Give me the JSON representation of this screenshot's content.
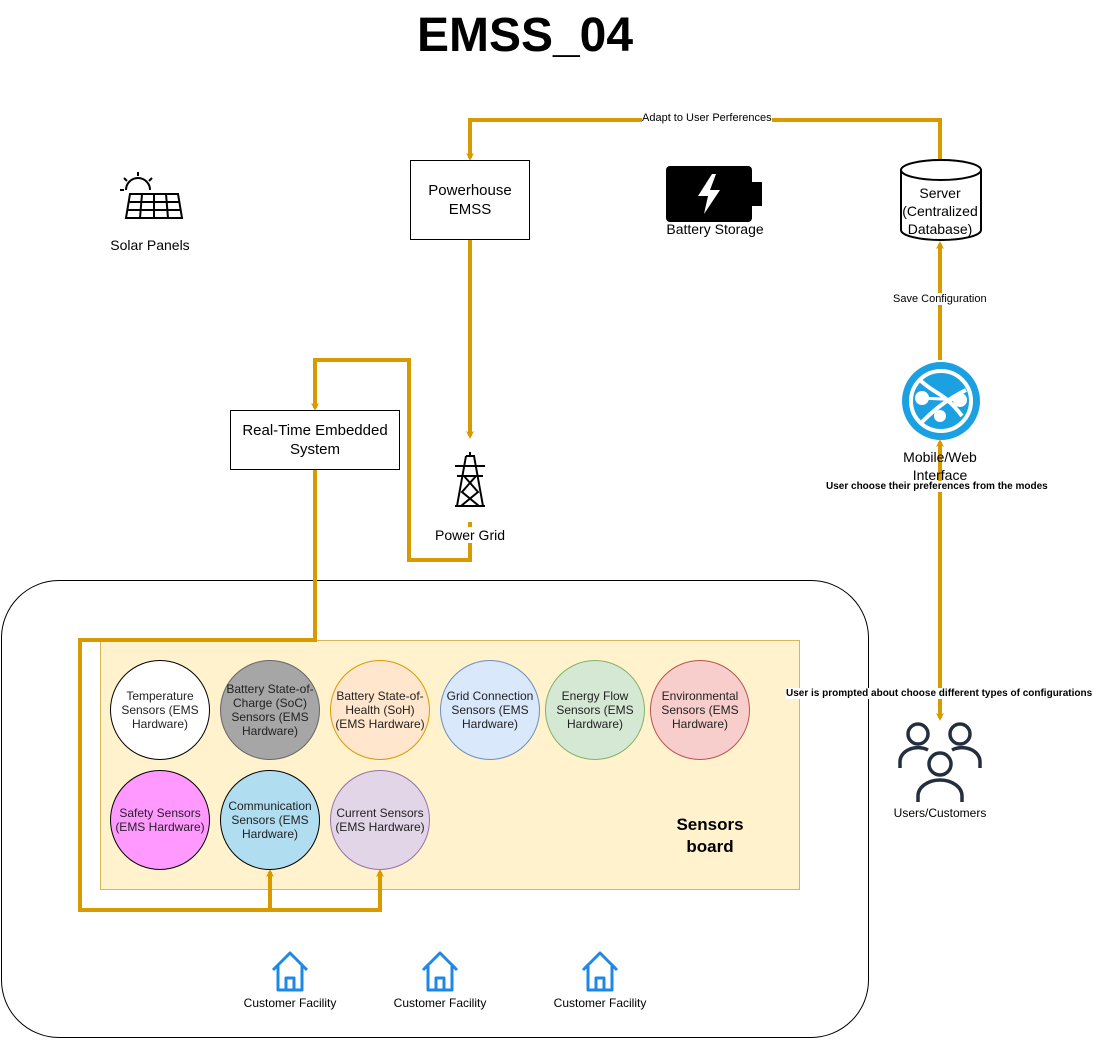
{
  "title": "EMSS_04",
  "nodes": {
    "solar": "Solar Panels",
    "powerhouse": "Powerhouse EMSS",
    "battery": "Battery Storage",
    "server": "Server (Centralized Database)",
    "realtime": "Real-Time Embedded System",
    "grid": "Power Grid",
    "mobile": "Mobile/Web Interface",
    "users": "Users/Customers"
  },
  "edges": {
    "adapt": "Adapt to User Perferences",
    "save": "Save Configuration",
    "choose_modes": "User choose their preferences from the modes",
    "prompted": "User is prompted about choose different types of configurations"
  },
  "sensors_board": {
    "label": "Sensors board",
    "sensors": [
      {
        "label": "Temperature Sensors (EMS Hardware)",
        "fill": "#ffffff",
        "stroke": "#000000"
      },
      {
        "label": "Battery State-of-Charge (SoC) Sensors (EMS Hardware)",
        "fill": "#a6a6a6",
        "stroke": "#666666"
      },
      {
        "label": "Battery State-of-Health (SoH) (EMS Hardware)",
        "fill": "#ffe6cc",
        "stroke": "#d79b00"
      },
      {
        "label": "Grid Connection Sensors (EMS Hardware)",
        "fill": "#dae8fc",
        "stroke": "#6c8ebf"
      },
      {
        "label": "Energy Flow Sensors (EMS Hardware)",
        "fill": "#d5e8d4",
        "stroke": "#82b366"
      },
      {
        "label": "Environmental Sensors (EMS Hardware)",
        "fill": "#f8cecc",
        "stroke": "#b85450"
      },
      {
        "label": "Safety Sensors (EMS Hardware)",
        "fill": "#ff99ff",
        "stroke": "#000000"
      },
      {
        "label": "Communication Sensors (EMS Hardware)",
        "fill": "#b1ddf0",
        "stroke": "#000000"
      },
      {
        "label": "Current Sensors (EMS Hardware)",
        "fill": "#e1d5e7",
        "stroke": "#9673a6"
      }
    ]
  },
  "facilities": [
    "Customer Facility",
    "Customer Facility",
    "Customer Facility"
  ],
  "colors": {
    "connector": "#d79b00",
    "board_fill": "#fff2cc",
    "home_icon": "#1e88e5",
    "globe_icon": "#1ba1e2"
  }
}
